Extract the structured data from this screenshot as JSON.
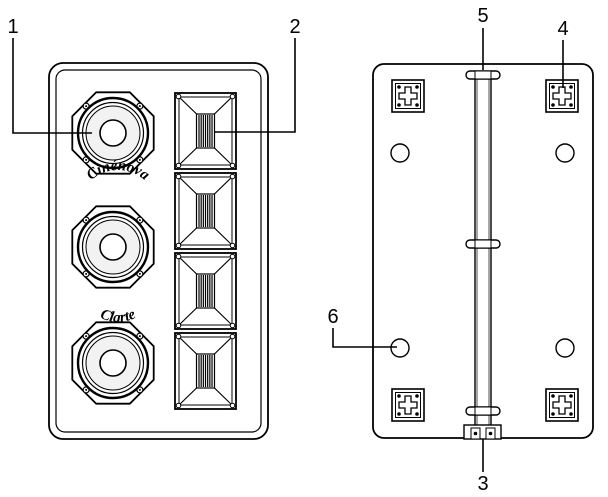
{
  "callouts": [
    "1",
    "2",
    "3",
    "4",
    "5",
    "6"
  ],
  "logo": {
    "top_text": "Cinénova",
    "bottom_text": "Clarte"
  },
  "colors": {
    "ink": "#000000",
    "cone": "#f2f2f2",
    "panel": "#ffffff"
  }
}
